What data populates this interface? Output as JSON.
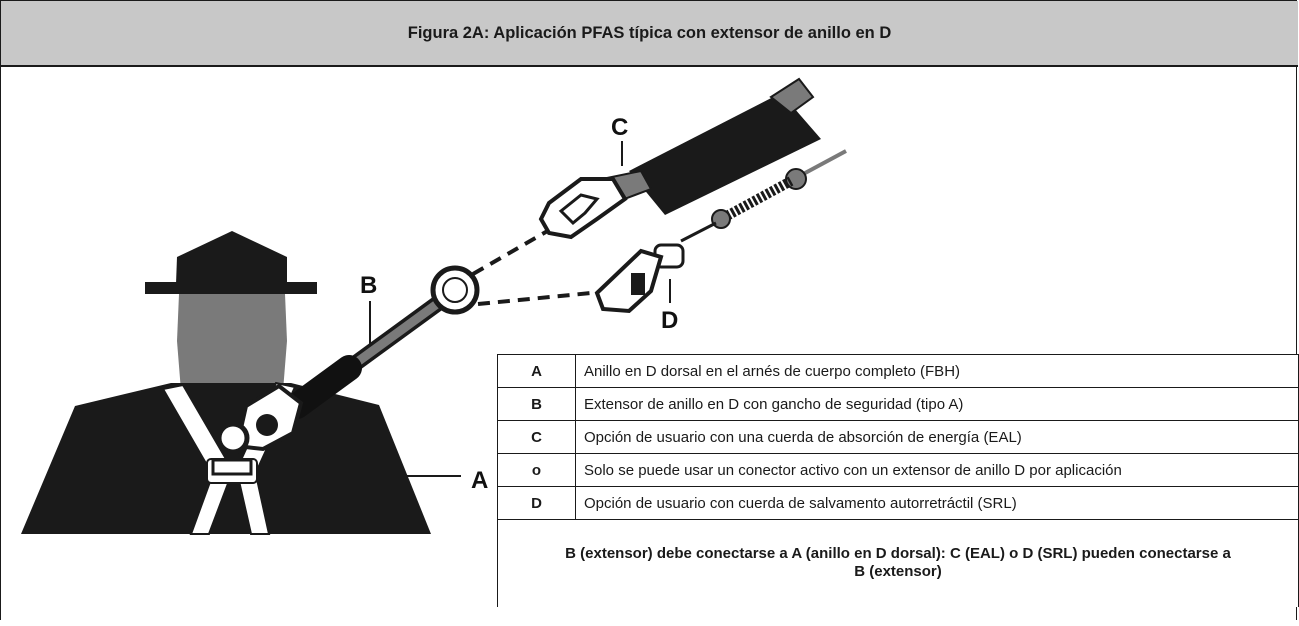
{
  "header": {
    "title": "Figura 2A: Aplicación PFAS típica con extensor de anillo en D"
  },
  "callouts": {
    "a": "A",
    "b": "B",
    "c": "C",
    "d": "D"
  },
  "legend": {
    "rows": [
      {
        "key": "A",
        "text": "Anillo en D dorsal en el arnés de cuerpo completo (FBH)"
      },
      {
        "key": "B",
        "text": "Extensor de anillo en D con gancho de seguridad (tipo A)"
      },
      {
        "key": "C",
        "text": "Opción de usuario con una cuerda de absorción de energía (EAL)"
      },
      {
        "key": "o",
        "text": "Solo se puede usar un conector activo con un extensor de anillo D por aplicación"
      },
      {
        "key": "D",
        "text": "Opción de usuario con cuerda de salvamento autorretráctil (SRL)"
      }
    ],
    "note": "B (extensor) debe conectarse a A (anillo en D dorsal): C (EAL) o D (SRL) pueden conectarse a B (extensor)"
  },
  "colors": {
    "header_bg": "#c8c8c8",
    "figure_dark": "#1a1a1a",
    "figure_mid": "#7a7a7a",
    "border": "#1a1a1a"
  }
}
